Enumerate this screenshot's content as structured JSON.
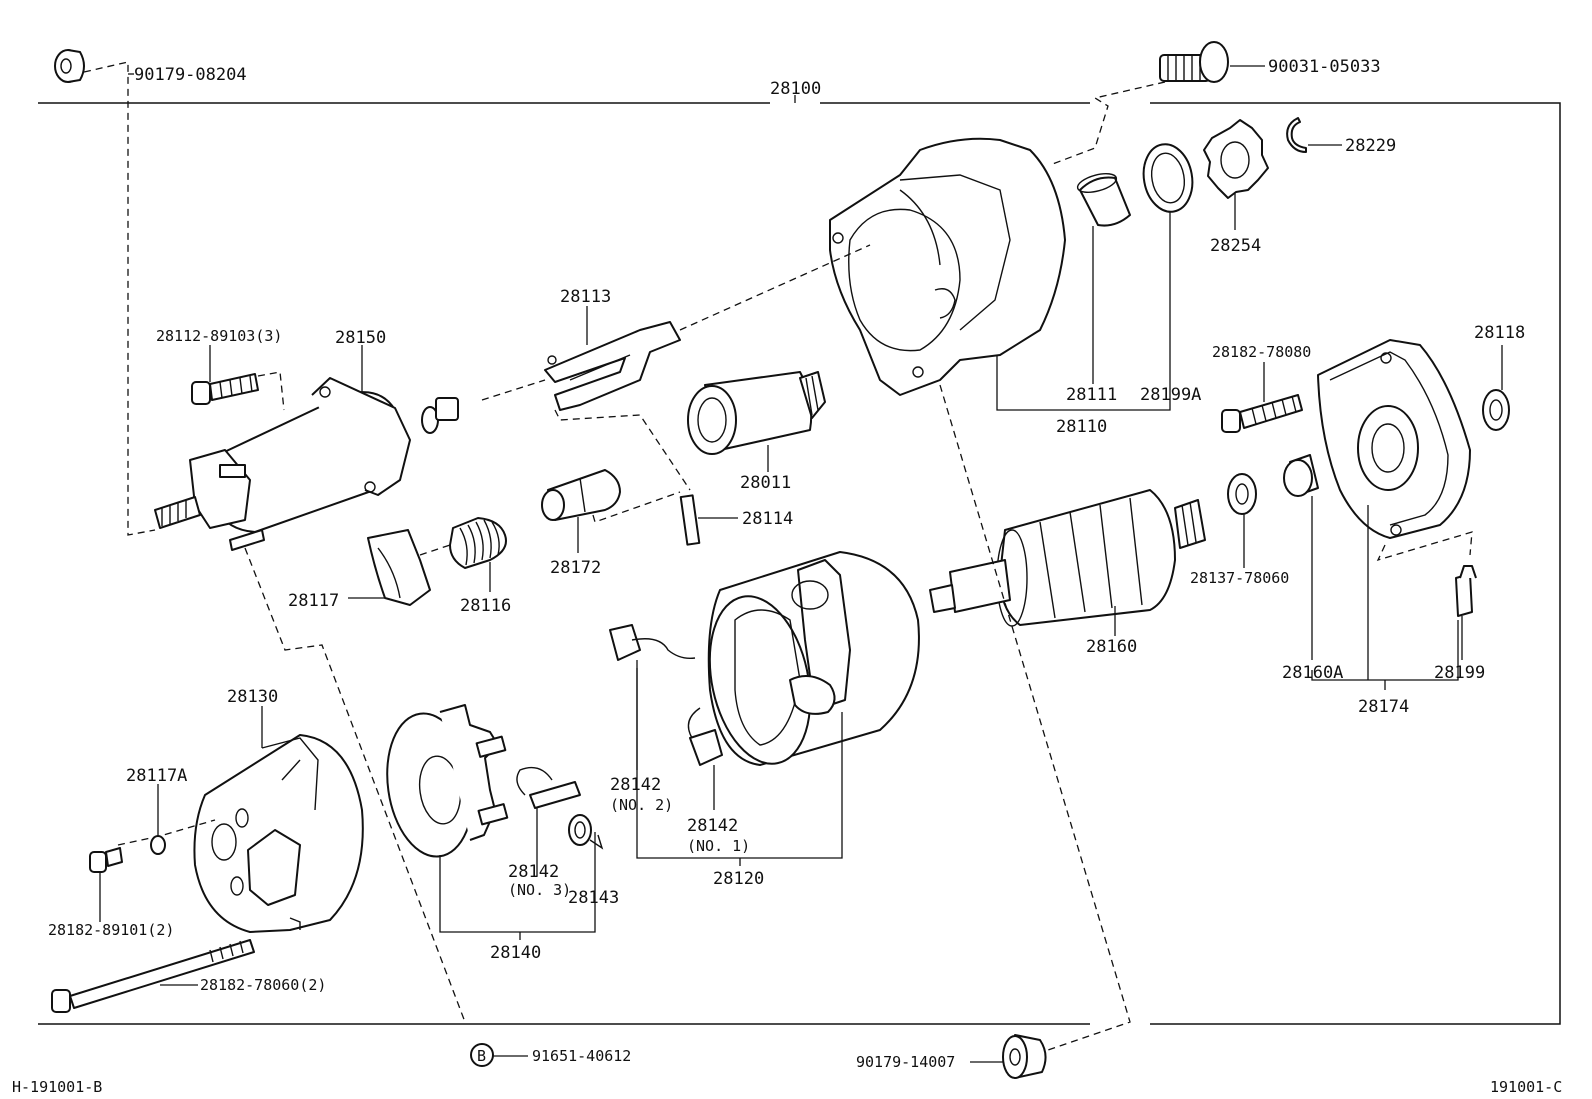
{
  "labels": {
    "p90179_08204": "90179-08204",
    "p90031_05033": "90031-05033",
    "p28100": "28100",
    "p28229": "28229",
    "p28254": "28254",
    "p28113": "28113",
    "p28112_89103": "28112-89103(3)",
    "p28150": "28150",
    "p28111": "28111",
    "p28199A": "28199A",
    "p28110": "28110",
    "p28182_78080": "28182-78080",
    "p28118": "28118",
    "p28011": "28011",
    "p28114": "28114",
    "p28172": "28172",
    "p28116": "28116",
    "p28117": "28117",
    "p28137_78060": "28137-78060",
    "p28160": "28160",
    "p28160A": "28160A",
    "p28199": "28199",
    "p28174": "28174",
    "p28130": "28130",
    "p28117A": "28117A",
    "p28182_89101": "28182-89101(2)",
    "p28182_78060": "28182-78060(2)",
    "p28142_no2": "28142",
    "p28142_no2_sub": "(NO. 2)",
    "p28142_no1": "28142",
    "p28142_no1_sub": "(NO. 1)",
    "p28142_no3": "28142",
    "p28142_no3_sub": "(NO. 3)",
    "p28143": "28143",
    "p28120": "28120",
    "p28140": "28140",
    "p91651_40612": "91651-40612",
    "bolt_marker": "B",
    "p90179_14007": "90179-14007",
    "footer_left": "H-191001-B",
    "footer_right": "191001-C"
  }
}
